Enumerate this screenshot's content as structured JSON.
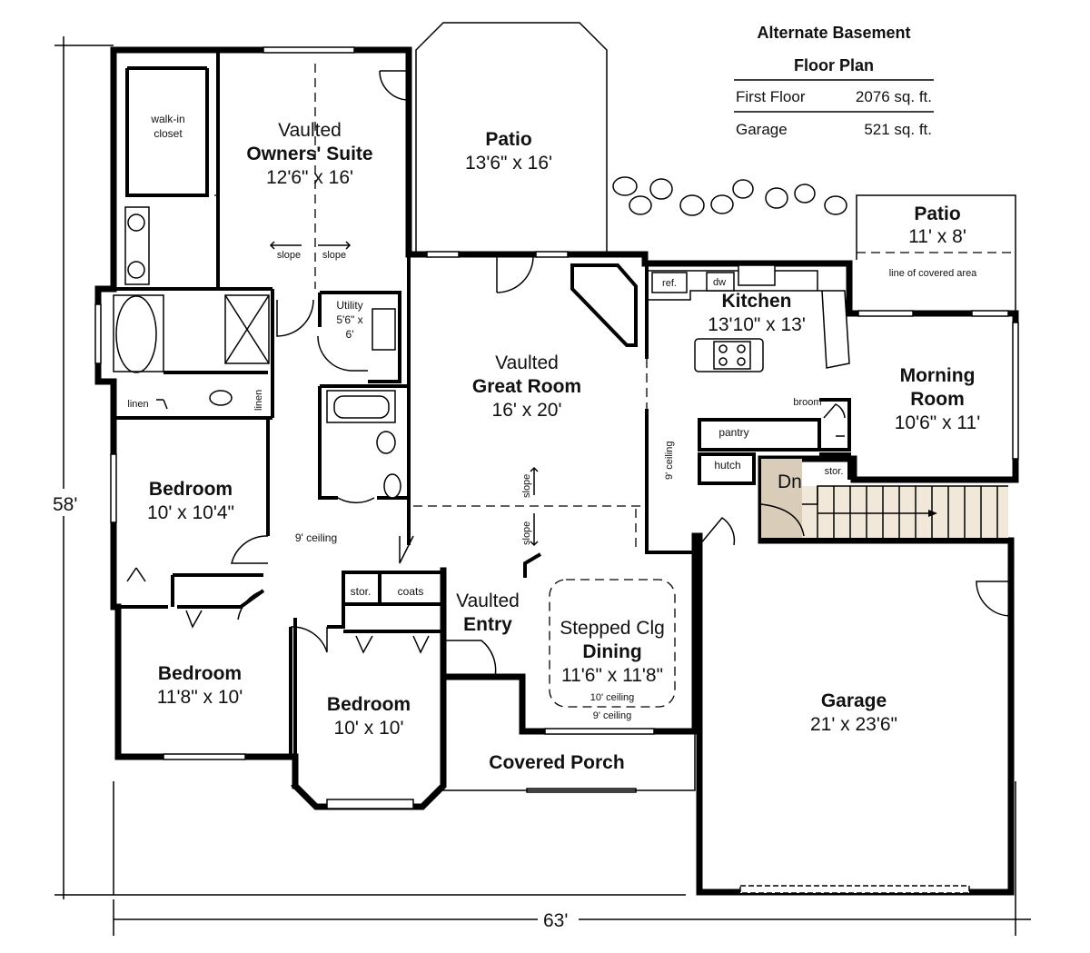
{
  "title": {
    "line1": "Alternate Basement",
    "line2": "Floor Plan"
  },
  "areas": [
    {
      "label": "First Floor",
      "value": "2076 sq. ft."
    },
    {
      "label": "Garage",
      "value": "521 sq. ft."
    }
  ],
  "dimensions": {
    "overall_depth": "58'",
    "overall_width": "63'"
  },
  "rooms": {
    "owners_suite": {
      "line1": "Vaulted",
      "line2": "Owners' Suite",
      "size": "12'6\" x 16'"
    },
    "walk_in_closet": {
      "line1": "walk-in",
      "line2": "closet"
    },
    "patio_rear": {
      "name": "Patio",
      "size": "13'6\" x 16'"
    },
    "patio_side": {
      "name": "Patio",
      "size": "11' x 8'",
      "note": "line of covered area"
    },
    "utility": {
      "line1": "Utility",
      "line2": "5'6\" x",
      "line3": "6'"
    },
    "kitchen": {
      "name": "Kitchen",
      "size": "13'10\" x 13'"
    },
    "great_room": {
      "line1": "Vaulted",
      "line2": "Great Room",
      "size": "16' x 20'"
    },
    "morning_room": {
      "line1": "Morning",
      "line2": "Room",
      "size": "10'6\" x 11'"
    },
    "bedroom_1": {
      "name": "Bedroom",
      "size": "10' x 10'4\""
    },
    "bedroom_2": {
      "name": "Bedroom",
      "size": "11'8\" x 10'"
    },
    "bedroom_3": {
      "name": "Bedroom",
      "size": "10' x 10'"
    },
    "entry": {
      "line1": "Vaulted",
      "line2": "Entry"
    },
    "dining": {
      "line1": "Stepped Clg",
      "line2": "Dining",
      "size": "11'6\" x 11'8\"",
      "ceiling1": "10' ceiling",
      "ceiling2": "9' ceiling"
    },
    "garage": {
      "name": "Garage",
      "size": "21' x 23'6\""
    },
    "porch": {
      "name": "Covered Porch"
    }
  },
  "small_labels": {
    "linen_1": "linen",
    "linen_2": "linen",
    "ref": "ref.",
    "dw": "dw",
    "broom": "broom",
    "pantry": "pantry",
    "hutch": "hutch",
    "stor_1": "stor.",
    "stor_2": "stor.",
    "coats": "coats",
    "dn": "Dn",
    "slope_1": "slope",
    "slope_2": "slope",
    "slope_3": "slope",
    "slope_4": "slope",
    "ceiling_hall": "9' ceiling",
    "ceiling_kitchen": "9' ceiling"
  }
}
